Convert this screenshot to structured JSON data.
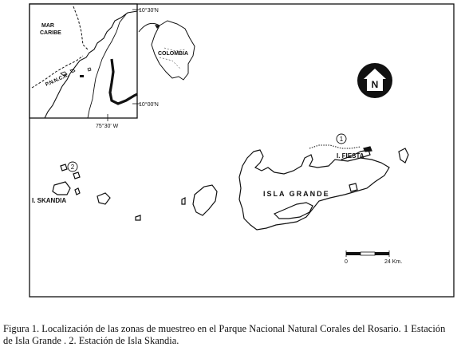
{
  "inset": {
    "sea_label_line1": "MAR",
    "sea_label_line2": "CARIBE",
    "park_abbrev": "P.N.N.C.R.",
    "lat_top": "10°30'N",
    "lat_bottom": "10°00'N",
    "lon_label": "75°30' W",
    "country_label": "COLOMBIA"
  },
  "north_arrow": {
    "letter": "N",
    "icon": "north-arrow-icon"
  },
  "islands": {
    "isla_grande": "ISLA GRANDE",
    "isla_fiesta": "I. FIESTA",
    "isla_skandia": "I. SKANDIA"
  },
  "stations": {
    "station_1": "1",
    "station_2": "2"
  },
  "scale_bar": {
    "start": "0",
    "end": "24 Km."
  },
  "caption": {
    "line1": "Figura 1. Localización de las zonas de muestreo en el Parque Nacional Natural Corales del Rosario.  1 Estación",
    "line2": "de Isla Grande . 2. Estación de Isla Skandia."
  }
}
